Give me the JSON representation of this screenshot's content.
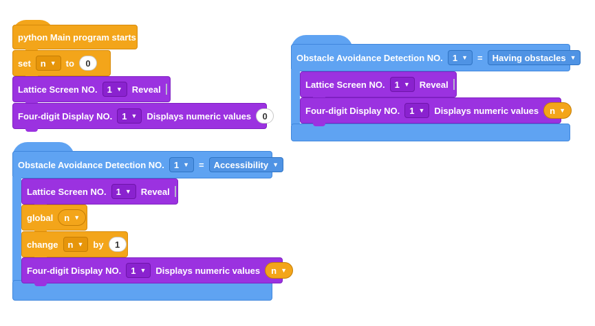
{
  "script1": {
    "hat_label": "python Main program starts",
    "set": {
      "label": "set",
      "var": "n",
      "to": "to",
      "value": "0"
    },
    "lattice": {
      "label": "Lattice Screen NO.",
      "num": "1",
      "action": "Reveal"
    },
    "display": {
      "label": "Four-digit Display NO.",
      "num": "1",
      "action": "Displays numeric values",
      "value": "0"
    }
  },
  "script2": {
    "hat": {
      "label": "Obstacle Avoidance Detection NO.",
      "num": "1",
      "op": "=",
      "state": "Accessibility"
    },
    "lattice": {
      "label": "Lattice Screen NO.",
      "num": "1",
      "action": "Reveal"
    },
    "global": {
      "label": "global",
      "var": "n"
    },
    "change": {
      "label": "change",
      "var": "n",
      "by": "by",
      "value": "1"
    },
    "display": {
      "label": "Four-digit Display NO.",
      "num": "1",
      "action": "Displays numeric values",
      "var": "n"
    }
  },
  "script3": {
    "hat": {
      "label": "Obstacle Avoidance Detection NO.",
      "num": "1",
      "op": "=",
      "state": "Having obstacles"
    },
    "lattice": {
      "label": "Lattice Screen NO.",
      "num": "1",
      "action": "Reveal"
    },
    "display": {
      "label": "Four-digit Display NO.",
      "num": "1",
      "action": "Displays numeric values",
      "var": "n"
    }
  },
  "colors": {
    "event": "#f3a51a",
    "device": "#9b32e0",
    "sensor": "#5fa3f2"
  },
  "icons": {
    "dropdown": "caret-down-icon",
    "led_matrix": "grid-icon"
  }
}
